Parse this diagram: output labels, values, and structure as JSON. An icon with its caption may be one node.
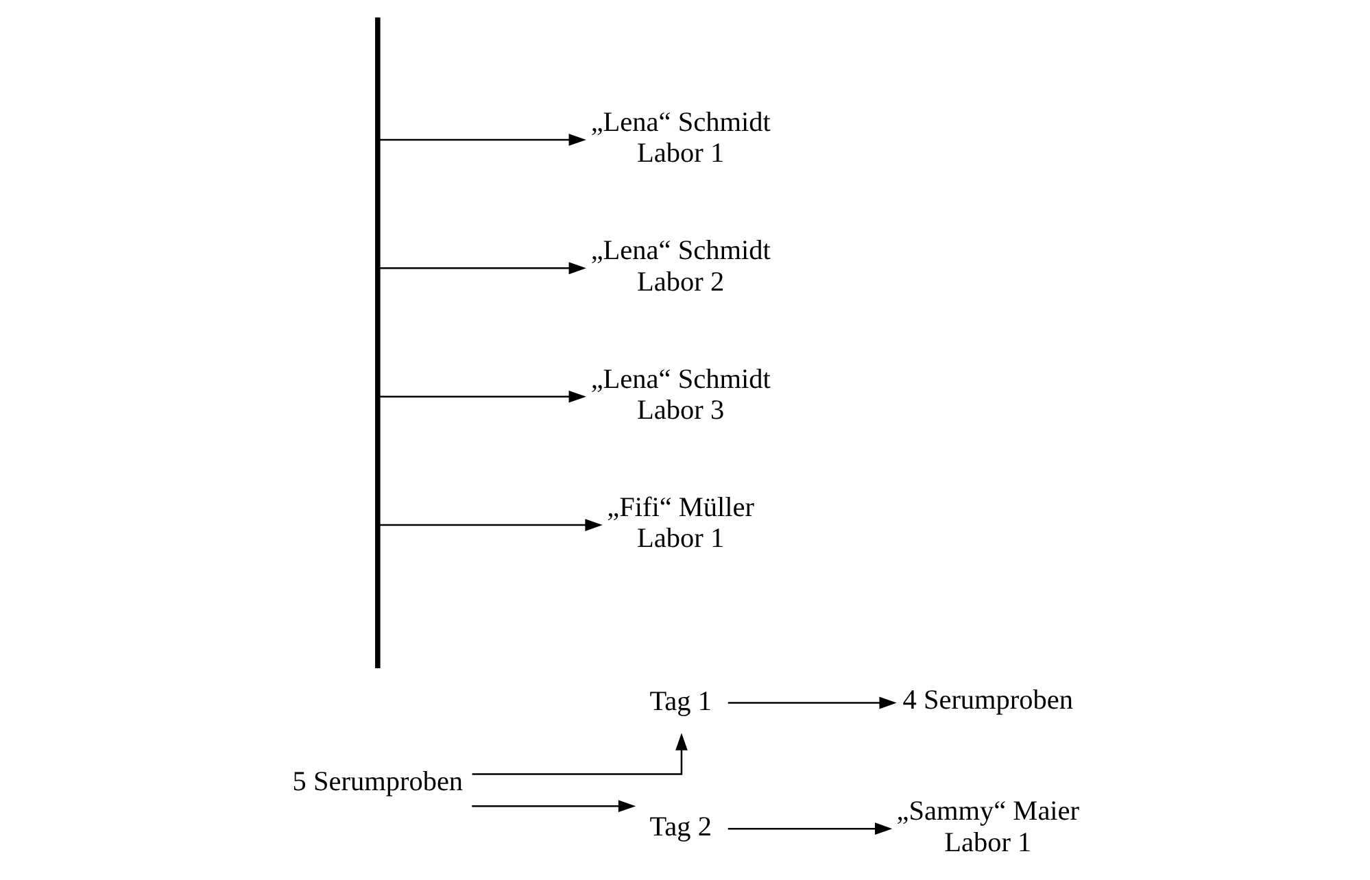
{
  "diagram": {
    "nodes": [
      {
        "text": [
          "5 Serumproben"
        ]
      },
      {
        "text": [
          "Tag 1"
        ]
      },
      {
        "text": [
          "4 Serumproben"
        ]
      },
      {
        "text": [
          "Tag 2"
        ]
      },
      {
        "text": [
          "„Sammy“ Maier Labor 1"
        ]
      },
      {
        "text": [],
        "shape": "bar"
      },
      {
        "text": [
          "„Lena“ Schmidt Labor 1"
        ]
      },
      {
        "text": [
          "„Lena“ Schmidt Labor 2"
        ]
      },
      {
        "text": [
          "„Lena“ Schmidt Labor 3"
        ]
      },
      {
        "text": [
          "„Fifi“ Müller Labor 1"
        ]
      }
    ],
    "edges": [
      {
        "from": 0,
        "to": 1,
        "arrow": "to"
      },
      {
        "from": 0,
        "to": 3,
        "arrow": "to"
      },
      {
        "from": 1,
        "to": 2,
        "arrow": "to"
      },
      {
        "from": 3,
        "to": 4,
        "arrow": "to"
      },
      {
        "from": 5,
        "to": 6,
        "arrow": "to"
      },
      {
        "from": 5,
        "to": 7,
        "arrow": "to"
      },
      {
        "from": 5,
        "to": 8,
        "arrow": "to"
      },
      {
        "from": 5,
        "to": 9,
        "arrow": "to"
      }
    ]
  }
}
